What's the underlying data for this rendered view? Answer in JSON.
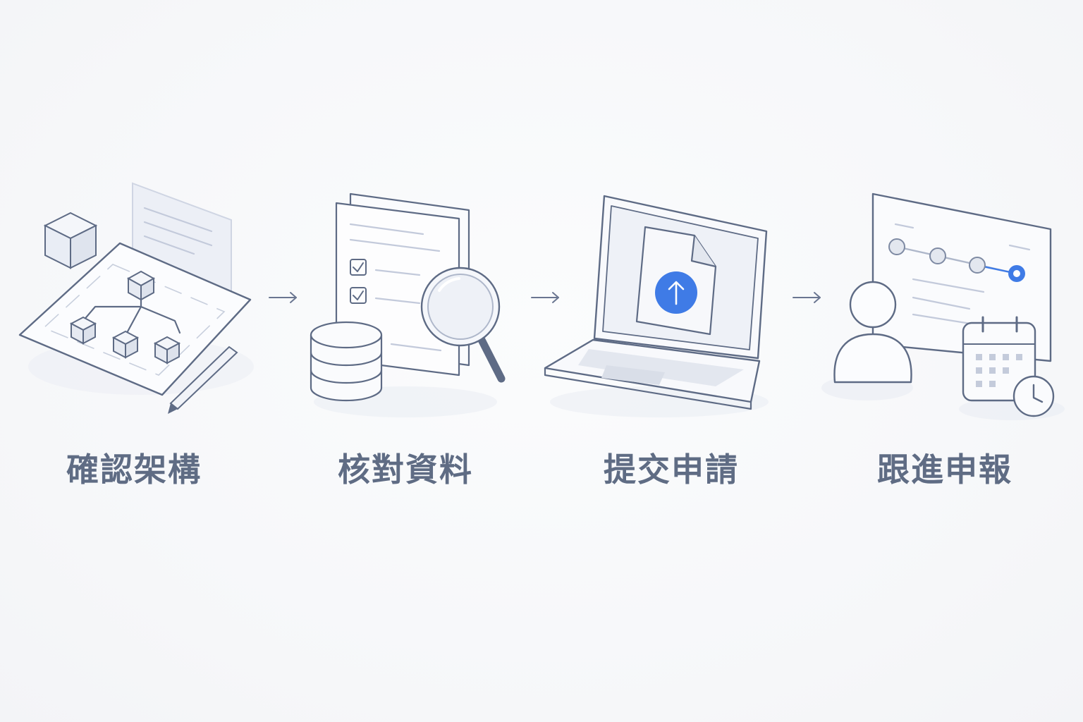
{
  "colors": {
    "background": "#f7f8fa",
    "line": "#5e6b85",
    "label": "#5f6c84",
    "accent": "#3f7be6",
    "soft_fill": "#eef1f7"
  },
  "steps": [
    {
      "label": "確認架構",
      "icon": "architecture-blueprint-icon"
    },
    {
      "label": "核對資料",
      "icon": "document-database-magnifier-icon"
    },
    {
      "label": "提交申請",
      "icon": "laptop-upload-icon"
    },
    {
      "label": "跟進申報",
      "icon": "progress-tracker-calendar-icon"
    }
  ],
  "connectors": [
    "arrow-right-icon",
    "arrow-right-icon",
    "arrow-right-icon"
  ]
}
